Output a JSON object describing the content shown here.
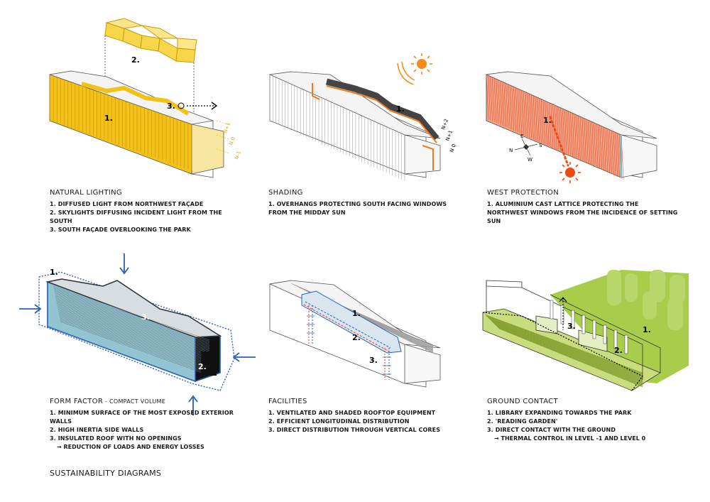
{
  "page_title": "SUSTAINABILITY DIAGRAMS",
  "colors": {
    "yellow": "#f2c21a",
    "orange": "#f07a1e",
    "blue": "#2b5fb8",
    "green": "#9cc43a",
    "sun": "#f58b1a"
  },
  "panels": [
    {
      "key": "natural-lighting",
      "title": "NATURAL LIGHTING",
      "items": [
        {
          "num": "1.",
          "text": "DIFFUSED LIGHT FROM NORTHWEST FAÇADE"
        },
        {
          "num": "2.",
          "text": "SKYLIGHTS DIFFUSING INCIDENT LIGHT FROM THE SOUTH"
        },
        {
          "num": "3.",
          "text": "SOUTH FAÇADE OVERLOOKING THE PARK"
        }
      ],
      "labels": [
        "1.",
        "2.",
        "3."
      ],
      "levels": [
        "N+1",
        "N 0",
        "N-1"
      ]
    },
    {
      "key": "shading",
      "title": "SHADING",
      "items": [
        {
          "num": "1.",
          "text": "OVERHANGS PROTECTING SOUTH FACING WINDOWS FROM THE MIDDAY SUN"
        }
      ],
      "labels": [
        "1."
      ],
      "levels": [
        "N+2",
        "N+1",
        "N 0"
      ]
    },
    {
      "key": "west-protection",
      "title": "WEST PROTECTION",
      "items": [
        {
          "num": "1.",
          "text": "ALUMINIUM CAST LATTICE PROTECTING THE NORTHWEST WINDOWS FROM THE INCIDENCE OF SETTING SUN"
        }
      ],
      "labels": [
        "1."
      ],
      "compass": [
        "N",
        "E",
        "S",
        "W"
      ]
    },
    {
      "key": "form-factor",
      "title": "FORM FACTOR",
      "subtitle": " - COMPACT VOLUME",
      "items": [
        {
          "num": "1.",
          "text": "MINIMUM SURFACE OF THE MOST EXPOSED EXTERIOR WALLS"
        },
        {
          "num": "2.",
          "text": "HIGH INERTIA SIDE WALLS"
        },
        {
          "num": "3.",
          "text": "INSULATED ROOF WITH NO OPENINGS"
        }
      ],
      "note": "→ REDUCTION OF LOADS AND ENERGY LOSSES",
      "labels": [
        "1.",
        "2.",
        "3."
      ]
    },
    {
      "key": "facilities",
      "title": "FACILITIES",
      "items": [
        {
          "num": "1.",
          "text": "VENTILATED AND SHADED ROOFTOP EQUIPMENT"
        },
        {
          "num": "2.",
          "text": "EFFICIENT LONGITUDINAL DISTRIBUTION"
        },
        {
          "num": "3.",
          "text": "DIRECT DISTRIBUTION THROUGH VERTICAL CORES"
        }
      ],
      "labels": [
        "1.",
        "2.",
        "3."
      ]
    },
    {
      "key": "ground-contact",
      "title": "GROUND CONTACT",
      "items": [
        {
          "num": "1.",
          "text": "LIBRARY EXPANDING TOWARDS THE PARK"
        },
        {
          "num": "2.",
          "text": "'READING GARDEN'"
        },
        {
          "num": "3.",
          "text": "DIRECT CONTACT WITH THE GROUND"
        }
      ],
      "note": "→ THERMAL CONTROL IN LEVEL -1 AND LEVEL 0",
      "labels": [
        "1.",
        "2.",
        "3."
      ]
    }
  ]
}
